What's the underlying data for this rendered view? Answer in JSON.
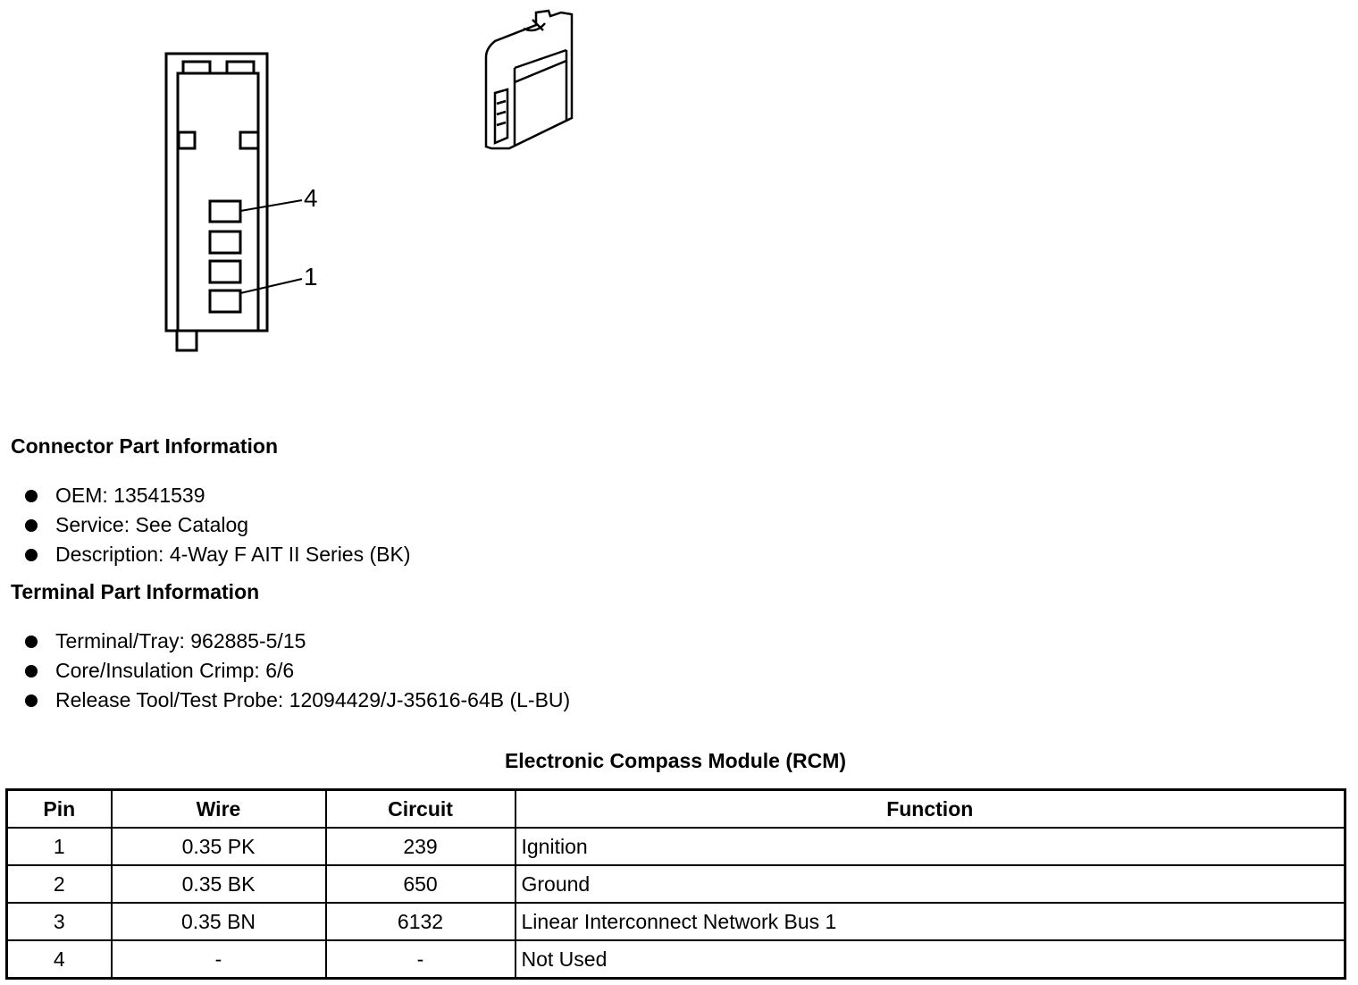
{
  "diagram": {
    "pin_labels": {
      "top": "4",
      "bottom": "1"
    }
  },
  "connector_info": {
    "heading": "Connector Part Information",
    "items": [
      "OEM: 13541539",
      "Service: See Catalog",
      "Description: 4-Way F AIT II Series (BK)"
    ]
  },
  "terminal_info": {
    "heading": "Terminal Part Information",
    "items": [
      "Terminal/Tray: 962885-5/15",
      "Core/Insulation Crimp: 6/6",
      "Release Tool/Test Probe: 12094429/J-35616-64B (L-BU)"
    ]
  },
  "table": {
    "title": "Electronic Compass Module (RCM)",
    "headers": [
      "Pin",
      "Wire",
      "Circuit",
      "Function"
    ],
    "rows": [
      [
        "1",
        "0.35 PK",
        "239",
        "Ignition"
      ],
      [
        "2",
        "0.35 BK",
        "650",
        "Ground"
      ],
      [
        "3",
        "0.35 BN",
        "6132",
        "Linear Interconnect Network Bus 1"
      ],
      [
        "4",
        "-",
        "-",
        "Not Used"
      ]
    ]
  }
}
